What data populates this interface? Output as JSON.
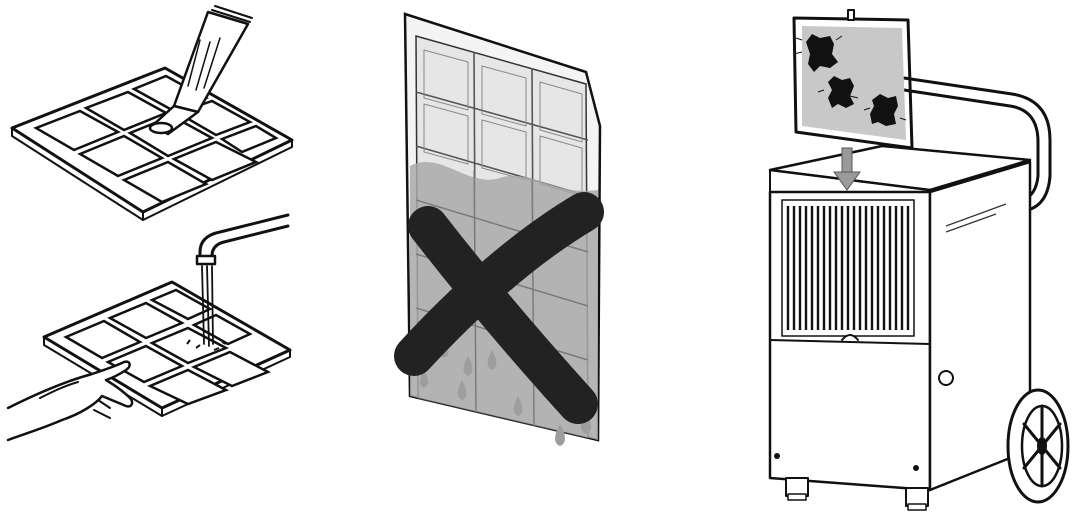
{
  "panels": [
    {
      "name": "vacuum-cleaning",
      "step": 1
    },
    {
      "name": "rinsing-under-tap",
      "step": 2
    },
    {
      "name": "do-not-wring-or-drip-dry",
      "step": 3,
      "status": "prohibited"
    },
    {
      "name": "reinsert-filter",
      "step": 4
    }
  ],
  "colors": {
    "line": "#111111",
    "water": "#a9a9a9",
    "filter_mesh": "#c8c8c8",
    "cross": "#222222",
    "background": "#ffffff"
  },
  "icons": [
    "vacuum-nozzle-icon",
    "faucet-icon",
    "hand-icon",
    "water-drop-icon",
    "prohibited-cross-icon",
    "down-arrow-icon",
    "dirt-spot-icon",
    "wheel-icon"
  ]
}
